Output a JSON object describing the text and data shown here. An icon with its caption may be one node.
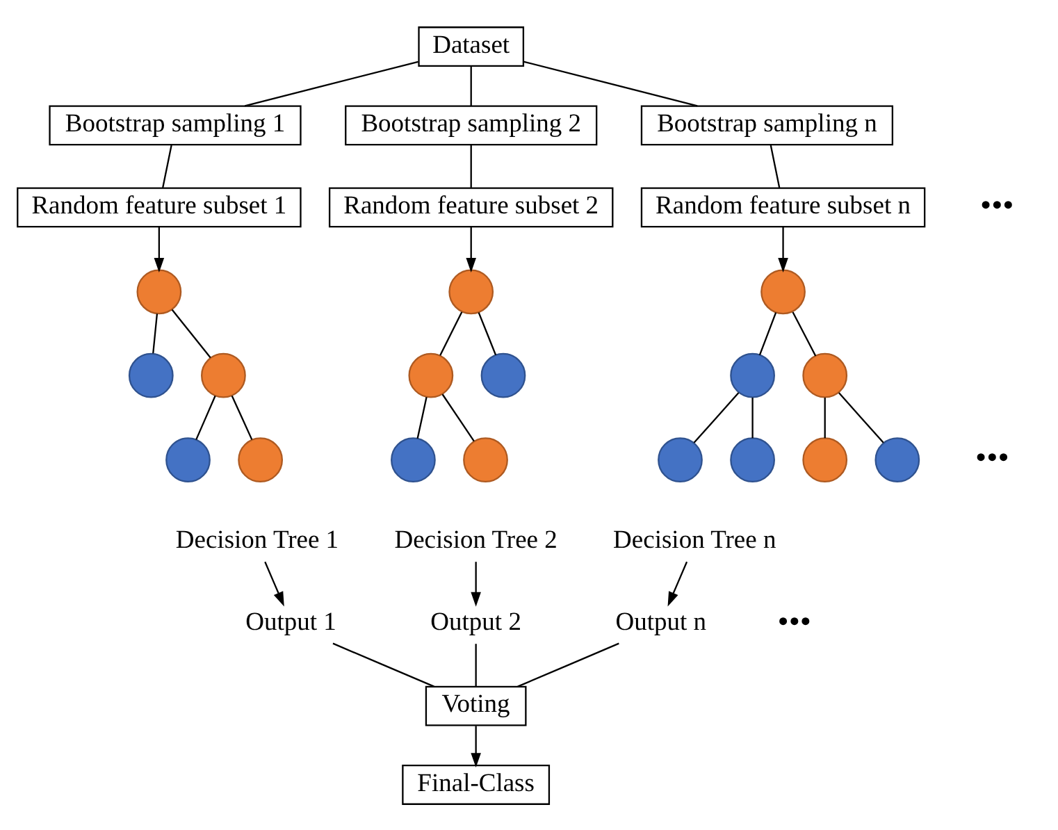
{
  "diagram": {
    "nodes": [
      {
        "text": [
          "Dataset"
        ]
      },
      {
        "text": [
          "Bootstrap sampling 1"
        ]
      },
      {
        "text": [
          "Random feature subset 1"
        ]
      },
      {
        "text": [],
        "shape": "circle"
      },
      {
        "text": [],
        "shape": "circle"
      },
      {
        "text": [],
        "shape": "circle"
      },
      {
        "text": [],
        "shape": "circle"
      },
      {
        "text": [],
        "shape": "circle"
      },
      {
        "text": [
          "Decision Tree 1"
        ]
      },
      {
        "text": [
          "Output 1"
        ]
      },
      {
        "text": [
          "Bootstrap sampling 2"
        ]
      },
      {
        "text": [
          "Random feature subset 2"
        ]
      },
      {
        "text": [],
        "shape": "circle"
      },
      {
        "text": [],
        "shape": "circle"
      },
      {
        "text": [],
        "shape": "circle"
      },
      {
        "text": [],
        "shape": "circle"
      },
      {
        "text": [],
        "shape": "circle"
      },
      {
        "text": [
          "Decision Tree 2"
        ]
      },
      {
        "text": [
          "Output 2"
        ]
      },
      {
        "text": [
          "Bootstrap sampling n"
        ]
      },
      {
        "text": [
          "Random feature subset n"
        ]
      },
      {
        "text": [],
        "shape": "circle"
      },
      {
        "text": [],
        "shape": "circle"
      },
      {
        "text": [],
        "shape": "circle"
      },
      {
        "text": [],
        "shape": "circle"
      },
      {
        "text": [],
        "shape": "circle"
      },
      {
        "text": [],
        "shape": "circle"
      },
      {
        "text": [],
        "shape": "circle"
      },
      {
        "text": [
          "Decision Tree n"
        ]
      },
      {
        "text": [
          "Output n"
        ]
      },
      {
        "text": [
          "Voting"
        ]
      },
      {
        "text": [
          "Final-Class"
        ]
      }
    ],
    "edges": [
      {
        "from": 0,
        "to": 1,
        "arrow": "none"
      },
      {
        "from": 0,
        "to": 10,
        "arrow": "none"
      },
      {
        "from": 0,
        "to": 19,
        "arrow": "none"
      },
      {
        "from": 1,
        "to": 2,
        "arrow": "none"
      },
      {
        "from": 2,
        "to": 3,
        "arrow": "to"
      },
      {
        "from": 3,
        "to": 4,
        "arrow": "none"
      },
      {
        "from": 3,
        "to": 5,
        "arrow": "none"
      },
      {
        "from": 5,
        "to": 6,
        "arrow": "none"
      },
      {
        "from": 5,
        "to": 7,
        "arrow": "none"
      },
      {
        "from": 8,
        "to": 9,
        "arrow": "to"
      },
      {
        "from": 10,
        "to": 11,
        "arrow": "none"
      },
      {
        "from": 11,
        "to": 12,
        "arrow": "to"
      },
      {
        "from": 12,
        "to": 13,
        "arrow": "none"
      },
      {
        "from": 12,
        "to": 14,
        "arrow": "none"
      },
      {
        "from": 13,
        "to": 15,
        "arrow": "none"
      },
      {
        "from": 13,
        "to": 16,
        "arrow": "none"
      },
      {
        "from": 17,
        "to": 18,
        "arrow": "to"
      },
      {
        "from": 19,
        "to": 20,
        "arrow": "none"
      },
      {
        "from": 20,
        "to": 21,
        "arrow": "to"
      },
      {
        "from": 21,
        "to": 22,
        "arrow": "none"
      },
      {
        "from": 21,
        "to": 23,
        "arrow": "none"
      },
      {
        "from": 22,
        "to": 24,
        "arrow": "none"
      },
      {
        "from": 22,
        "to": 25,
        "arrow": "none"
      },
      {
        "from": 23,
        "to": 26,
        "arrow": "none"
      },
      {
        "from": 23,
        "to": 27,
        "arrow": "none"
      },
      {
        "from": 28,
        "to": 29,
        "arrow": "to"
      },
      {
        "from": 9,
        "to": 30,
        "arrow": "none"
      },
      {
        "from": 18,
        "to": 30,
        "arrow": "none"
      },
      {
        "from": 29,
        "to": 30,
        "arrow": "none"
      },
      {
        "from": 30,
        "to": 31,
        "arrow": "to"
      }
    ],
    "labels": [
      "•••",
      "•••",
      "•••"
    ]
  }
}
